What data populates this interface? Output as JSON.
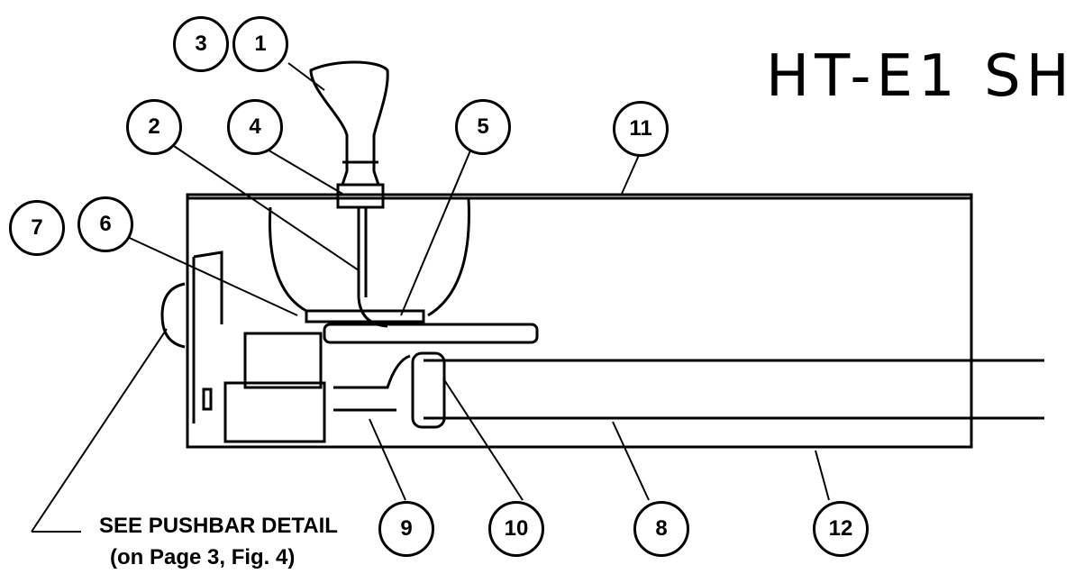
{
  "title": "HT-E1 SH",
  "callouts": {
    "c1": "1",
    "c2": "2",
    "c3": "3",
    "c4": "4",
    "c5": "5",
    "c6": "6",
    "c7": "7",
    "c8": "8",
    "c9": "9",
    "c10": "10",
    "c11": "11",
    "c12": "12"
  },
  "notes": {
    "pushbar": "SEE PUSHBAR DETAIL",
    "reference": "(on Page 3, Fig. 4)"
  }
}
